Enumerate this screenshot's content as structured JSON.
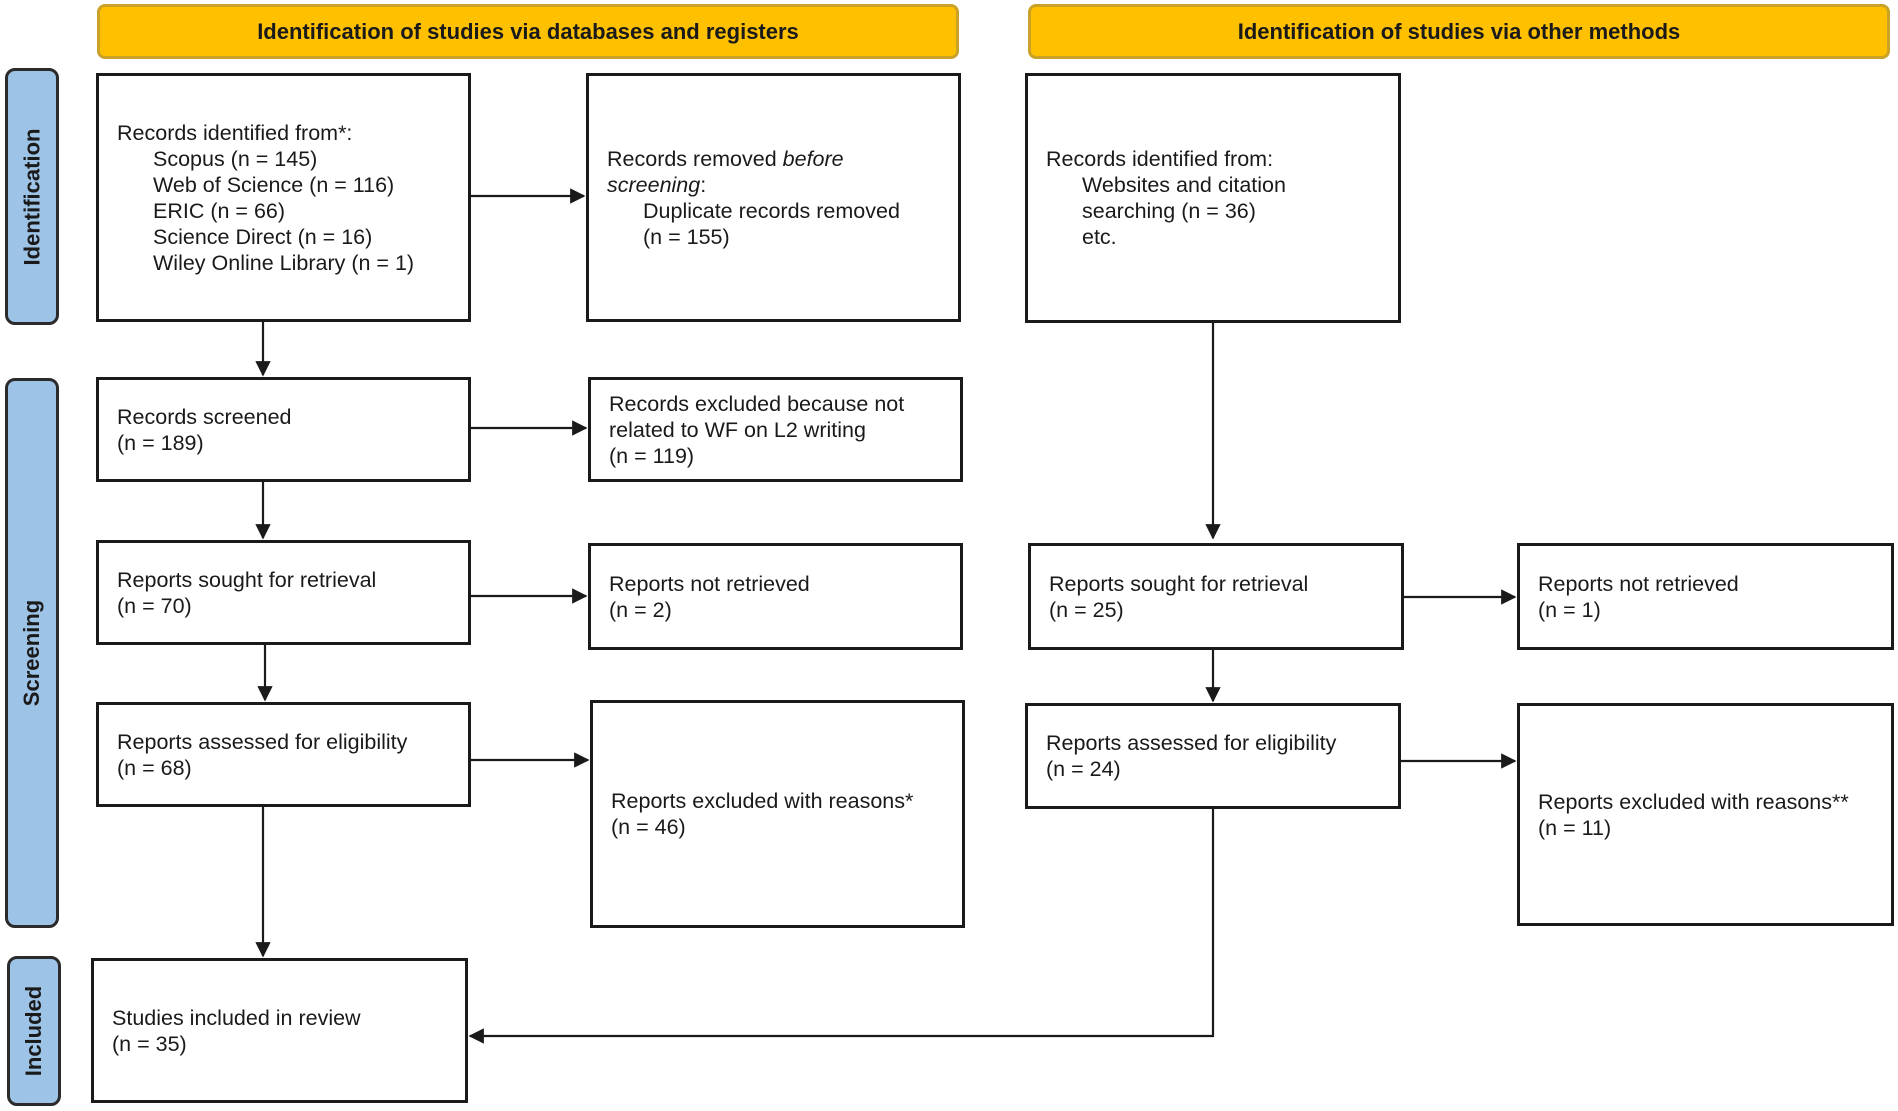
{
  "headers": {
    "databases": "Identification of studies via databases and registers",
    "other": "Identification of studies via other methods"
  },
  "phases": {
    "identification": "Identification",
    "screening": "Screening",
    "included": "Included"
  },
  "db": {
    "identified": {
      "title": "Records identified from*:",
      "sources": [
        "Scopus (n = 145)",
        "Web of Science (n = 116)",
        "ERIC (n = 66)",
        "Science Direct (n = 16)",
        "Wiley Online Library (n = 1)"
      ]
    },
    "removed": {
      "prefix": "Records removed ",
      "emph1": "before",
      "emph2": "screening",
      "suffix": ":",
      "detail": "Duplicate records removed",
      "count": "(n = 155)"
    },
    "screened": {
      "title": "Records screened",
      "count": "(n = 189)"
    },
    "excluded": {
      "lines": [
        "Records excluded because not",
        "related to WF on L2 writing"
      ],
      "count": "(n = 119)"
    },
    "sought": {
      "title": "Reports sought for retrieval",
      "count": "(n = 70)"
    },
    "not_retrieved": {
      "title": "Reports not retrieved",
      "count": "(n = 2)"
    },
    "assessed": {
      "title": "Reports assessed for eligibility",
      "count": "(n = 68)"
    },
    "excluded_reasons": {
      "title": "Reports excluded with reasons*",
      "count": "(n = 46)"
    },
    "included": {
      "title": "Studies included in review",
      "count": "(n = 35)"
    }
  },
  "other": {
    "identified": {
      "title": "Records identified from:",
      "lines": [
        "Websites and citation",
        "searching (n = 36)",
        "etc."
      ]
    },
    "sought": {
      "title": "Reports sought for retrieval",
      "count": "(n = 25)"
    },
    "not_retrieved": {
      "title": "Reports not retrieved",
      "count": "(n = 1)"
    },
    "assessed": {
      "title": "Reports assessed for eligibility",
      "count": "(n = 24)"
    },
    "excluded_reasons": {
      "title": "Reports excluded with reasons**",
      "count": "(n = 11)"
    }
  },
  "colors": {
    "header_fill": "#FFC000",
    "header_border": "#C9A227",
    "phase_fill": "#9DC3E6",
    "line": "#1a1a1a"
  }
}
